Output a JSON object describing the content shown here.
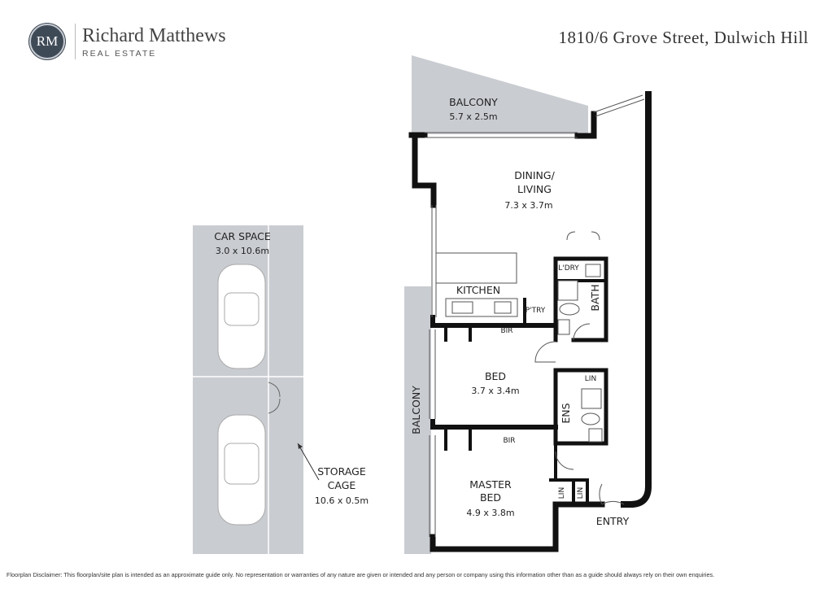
{
  "brand": {
    "monogram": "RM",
    "name": "Richard Matthews",
    "subtitle": "REAL ESTATE"
  },
  "address": "1810/6 Grove Street, Dulwich Hill",
  "rooms": {
    "balcony_top": {
      "name": "BALCONY",
      "size": "5.7 x 2.5m"
    },
    "dining": {
      "name1": "DINING/",
      "name2": "LIVING",
      "size": "7.3 x 3.7m"
    },
    "kitchen": "KITCHEN",
    "pantry": "P'TRY",
    "laundry": "L'DRY",
    "bath": "BATH",
    "bir1": "BIR",
    "bir2": "BIR",
    "bed": {
      "name": "BED",
      "size": "3.7 x 3.4m"
    },
    "ensuite": "ENS",
    "lin1": "LIN",
    "lin2": "LIN",
    "lin3": "LIN",
    "master": {
      "name1": "MASTER",
      "name2": "BED",
      "size": "4.9 x 3.8m"
    },
    "entry": "ENTRY",
    "balcony_side": "BALCONY",
    "car": {
      "name": "CAR SPACE",
      "size": "3.0 x 10.6m"
    },
    "storage": {
      "name1": "STORAGE",
      "name2": "CAGE",
      "size": "10.6 x 0.5m"
    }
  },
  "disclaimer": "Floorplan Disclaimer: This floorplan/site plan is intended as an approximate guide only. No representation or warranties of any nature are given or intended and any person or company using this information other than as a guide should always rely on their own enquiries."
}
